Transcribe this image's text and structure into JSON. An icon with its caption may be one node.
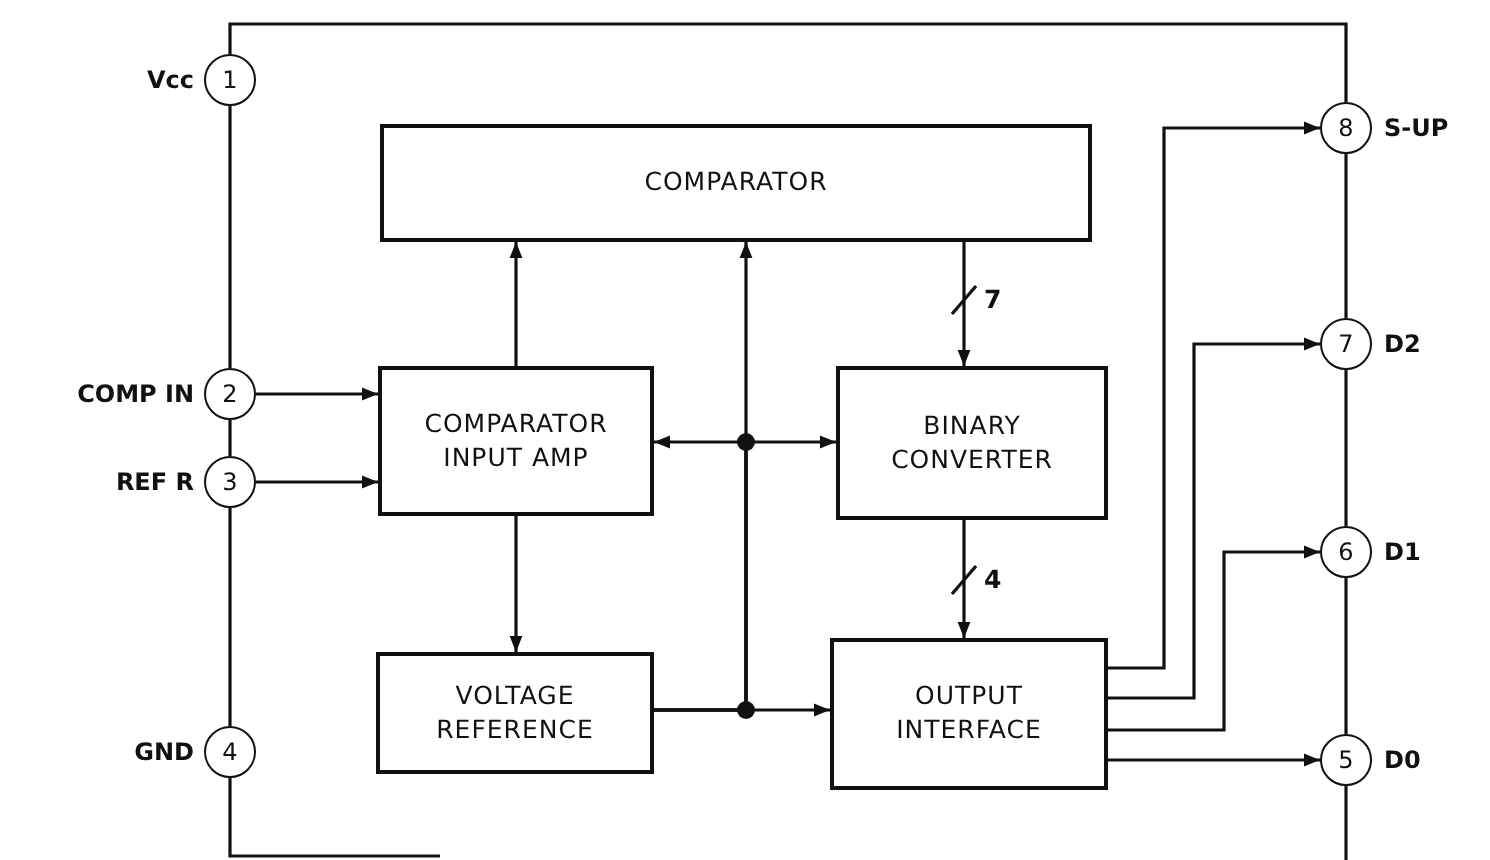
{
  "diagram": {
    "nodes": [
      {
        "text": [
          "1"
        ],
        "beside": [
          "Vcc"
        ]
      },
      {
        "text": [
          "COMPARATOR"
        ]
      },
      {
        "text": [
          "8"
        ],
        "beside": [
          "S-UP"
        ]
      },
      {
        "text": [
          "2"
        ],
        "beside": [
          "COMP IN"
        ]
      },
      {
        "text": [
          "COMPARATOR INPUT AMP"
        ]
      },
      {
        "text": [
          "BINARY CONVERTER"
        ]
      },
      {
        "text": [
          "7"
        ],
        "beside": [
          "D2"
        ]
      },
      {
        "text": [
          "3"
        ],
        "beside": [
          "REF R"
        ]
      },
      {
        "text": [
          "6"
        ],
        "beside": [
          "D1"
        ]
      },
      {
        "text": [
          "VOLTAGE REFERENCE"
        ]
      },
      {
        "text": [
          "OUTPUT INTERFACE"
        ]
      },
      {
        "text": [
          "4"
        ],
        "beside": [
          "GND"
        ]
      },
      {
        "text": [
          "5"
        ],
        "beside": [
          "D0"
        ]
      }
    ],
    "edges": [
      {
        "from": 0,
        "to": 3,
        "arrow": "none"
      },
      {
        "from": 3,
        "to": 7,
        "arrow": "none"
      },
      {
        "from": 7,
        "to": 11,
        "arrow": "none"
      },
      {
        "from": 0,
        "to": 2,
        "arrow": "none"
      },
      {
        "from": 2,
        "to": 6,
        "arrow": "none"
      },
      {
        "from": 6,
        "to": 8,
        "arrow": "none"
      },
      {
        "from": 8,
        "to": 12,
        "arrow": "none"
      },
      {
        "from": 11,
        "to": null,
        "arrow": "none"
      },
      {
        "from": 12,
        "to": null,
        "arrow": "none"
      },
      {
        "from": 3,
        "to": 4,
        "arrow": "to"
      },
      {
        "from": 7,
        "to": 4,
        "arrow": "to"
      },
      {
        "from": 4,
        "to": 1,
        "arrow": "to"
      },
      {
        "from": 4,
        "to": 9,
        "arrow": "to"
      },
      {
        "from": 9,
        "to": 10,
        "arrow": "to"
      },
      {
        "from": 9,
        "to": 1,
        "arrow": "to"
      },
      {
        "from": 9,
        "to": 4,
        "arrow": "to"
      },
      {
        "from": 9,
        "to": 5,
        "arrow": "to"
      },
      {
        "from": 1,
        "to": 5,
        "arrow": "to",
        "label": "7"
      },
      {
        "from": 5,
        "to": 10,
        "arrow": "to",
        "label": "4"
      },
      {
        "from": 10,
        "to": 2,
        "arrow": "to"
      },
      {
        "from": 10,
        "to": 6,
        "arrow": "to"
      },
      {
        "from": 10,
        "to": 8,
        "arrow": "to"
      },
      {
        "from": 10,
        "to": 12,
        "arrow": "to"
      }
    ]
  }
}
